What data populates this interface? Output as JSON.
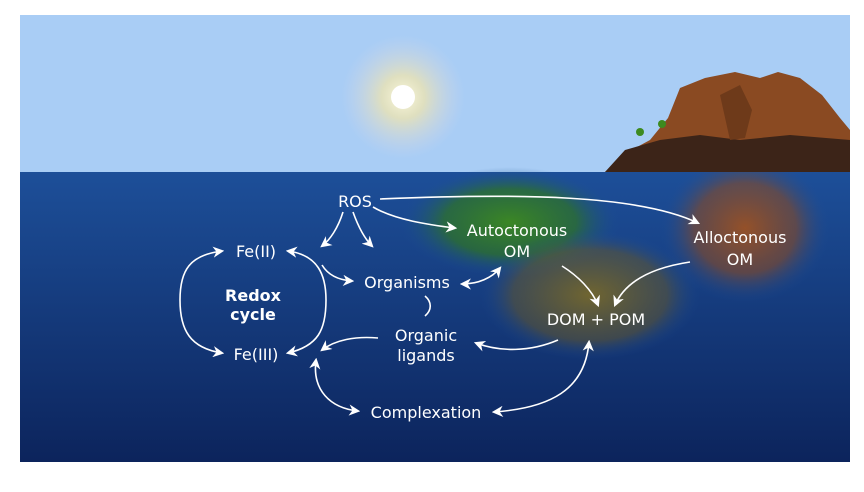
{
  "diagram": {
    "nodes": {
      "ros": "ROS",
      "fe2": "Fe(II)",
      "fe3": "Fe(III)",
      "redox_line1": "Redox",
      "redox_line2": "cycle",
      "organisms": "Organisms",
      "organic_ligands_line1": "Organic",
      "organic_ligands_line2": "ligands",
      "autoctonous_line1": "Autoctonous",
      "autoctonous_line2": "OM",
      "alloctonous_line1": "Alloctonous",
      "alloctonous_line2": "OM",
      "dom_pom": "DOM + POM",
      "complexation": "Complexation"
    },
    "colors": {
      "sky": "#a9cdf5",
      "sea_top": "#1d4f99",
      "sea_bottom": "#0c245c",
      "sun": "#fff7c0",
      "island": "#8a4a22",
      "autoctonous_glow": "#3d8a1f",
      "alloctonous_glow": "#a2521e",
      "arrows": "#ffffff"
    }
  }
}
